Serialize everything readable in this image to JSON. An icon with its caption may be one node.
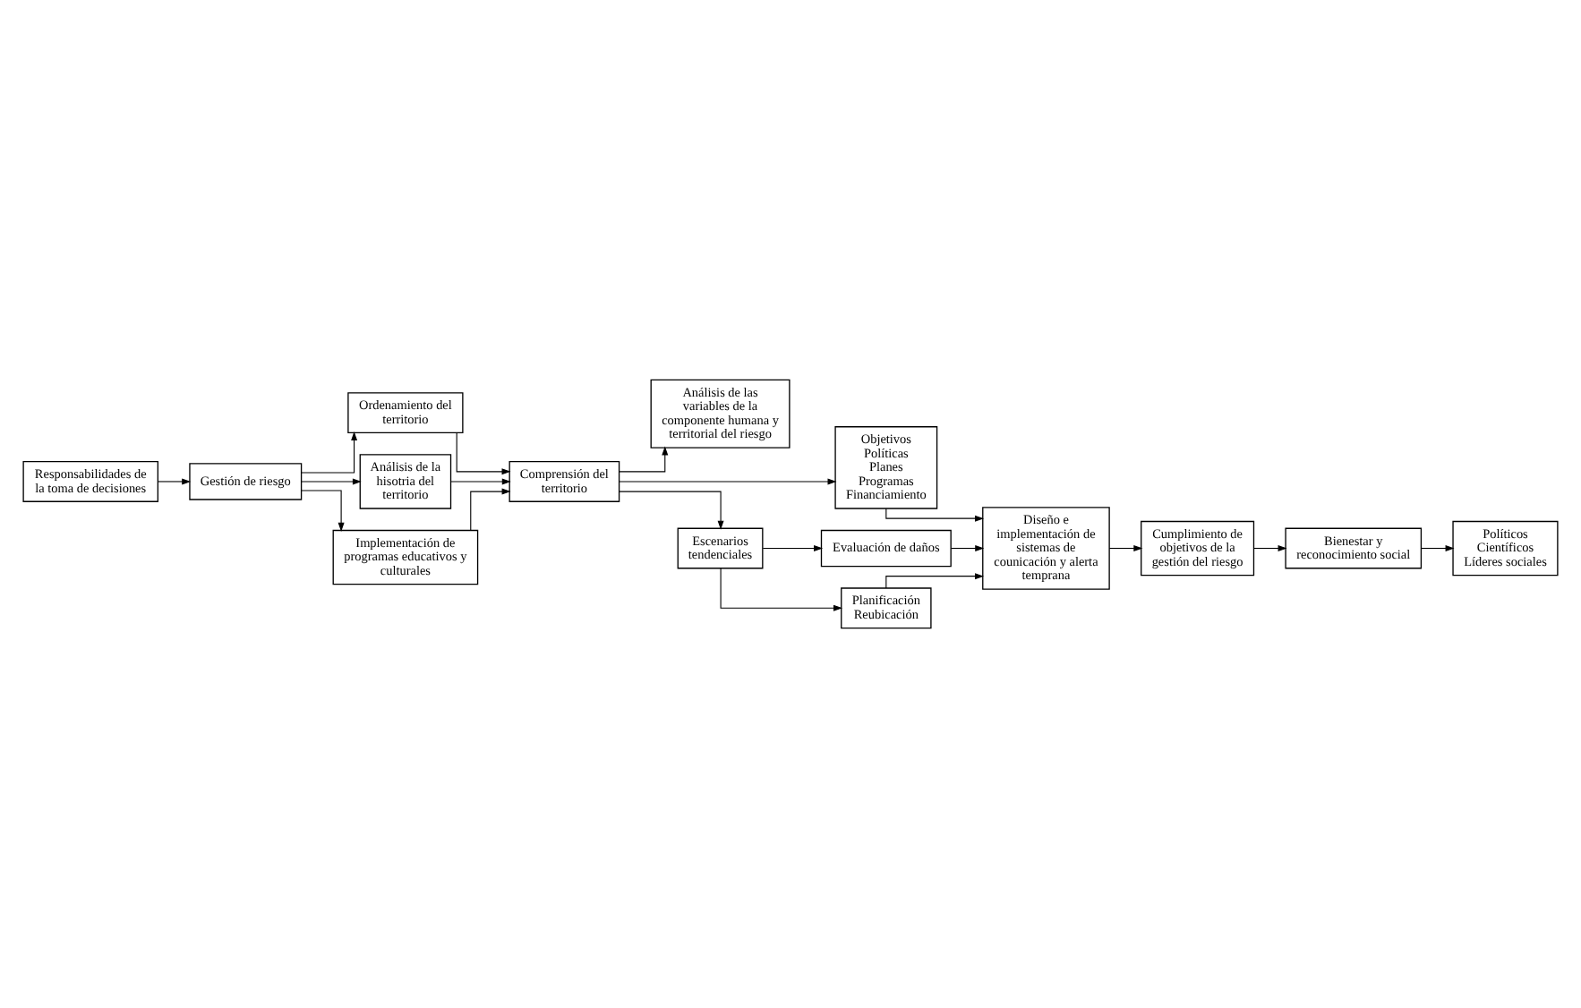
{
  "diagram": {
    "nodes": [
      {
        "text": [
          "Gestión de riesgo"
        ]
      },
      {
        "text": [
          "Ordenamiento del territorio"
        ]
      },
      {
        "text": [
          "Análisis de la hisotria del territorio"
        ]
      },
      {
        "text": [
          "Implementación de programas educativos y culturales"
        ]
      },
      {
        "text": [
          "Responsabilidades de la toma de decisiones"
        ]
      },
      {
        "text": [
          "Análisis de las variables de la componente humana y territorial del riesgo"
        ]
      },
      {
        "text": [
          "Comprensión del territorio"
        ]
      },
      {
        "text": [
          "Objetivos",
          "Políticas",
          "Planes",
          "Programas",
          "Financiamiento"
        ]
      },
      {
        "text": [
          "Escenarios tendenciales"
        ]
      },
      {
        "text": [
          "Evaluación de daños"
        ]
      },
      {
        "text": [
          "Planificación",
          "Reubicación"
        ]
      },
      {
        "text": [
          "Diseño e implementación de sistemas de counicación y alerta temprana"
        ]
      },
      {
        "text": [
          "Cumplimiento de objetivos de la gestión del riesgo"
        ]
      },
      {
        "text": [
          "Políticos",
          "Científicos",
          "Líderes sociales"
        ]
      },
      {
        "text": [
          "Bienestar y reconocimiento social"
        ]
      }
    ],
    "edges": [
      {
        "from": 4,
        "to": 0,
        "arrow": "to"
      },
      {
        "from": 0,
        "to": 1,
        "arrow": "to"
      },
      {
        "from": 0,
        "to": 2,
        "arrow": "to"
      },
      {
        "from": 0,
        "to": 3,
        "arrow": "to"
      },
      {
        "from": 1,
        "to": 6,
        "arrow": "to"
      },
      {
        "from": 2,
        "to": 6,
        "arrow": "to"
      },
      {
        "from": 3,
        "to": 6,
        "arrow": "to"
      },
      {
        "from": 6,
        "to": 5,
        "arrow": "to"
      },
      {
        "from": 6,
        "to": 7,
        "arrow": "to"
      },
      {
        "from": 6,
        "to": 8,
        "arrow": "to"
      },
      {
        "from": 8,
        "to": 9,
        "arrow": "to"
      },
      {
        "from": 8,
        "to": 10,
        "arrow": "to"
      },
      {
        "from": 7,
        "to": 11,
        "arrow": "to"
      },
      {
        "from": 9,
        "to": 11,
        "arrow": "to"
      },
      {
        "from": 10,
        "to": 11,
        "arrow": "to"
      },
      {
        "from": 11,
        "to": 12,
        "arrow": "to"
      },
      {
        "from": 12,
        "to": 14,
        "arrow": "to"
      },
      {
        "from": 14,
        "to": 13,
        "arrow": "to"
      }
    ]
  }
}
